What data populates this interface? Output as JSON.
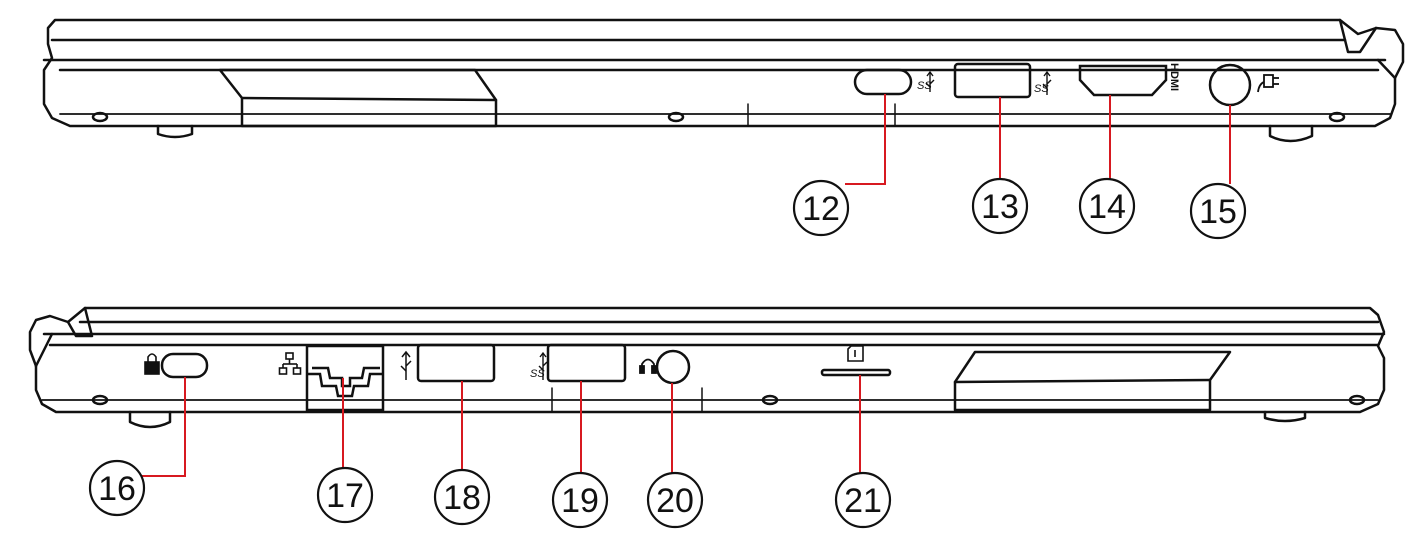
{
  "diagram": {
    "right_side_callouts": [
      "12",
      "13",
      "14",
      "15"
    ],
    "left_side_callouts": [
      "16",
      "17",
      "18",
      "19",
      "20",
      "21"
    ],
    "port_labels": {
      "usb_c": "SS",
      "usb3_right": "SS",
      "hdmi": "HDMI",
      "usb3_left": "SS"
    },
    "colors": {
      "outline": "#111111",
      "leader": "#d71920",
      "background": "#ffffff"
    },
    "icons": [
      "usb-icon",
      "power-plug-icon",
      "kensington-lock-icon",
      "network-icon",
      "headset-icon",
      "sd-card-icon"
    ]
  }
}
